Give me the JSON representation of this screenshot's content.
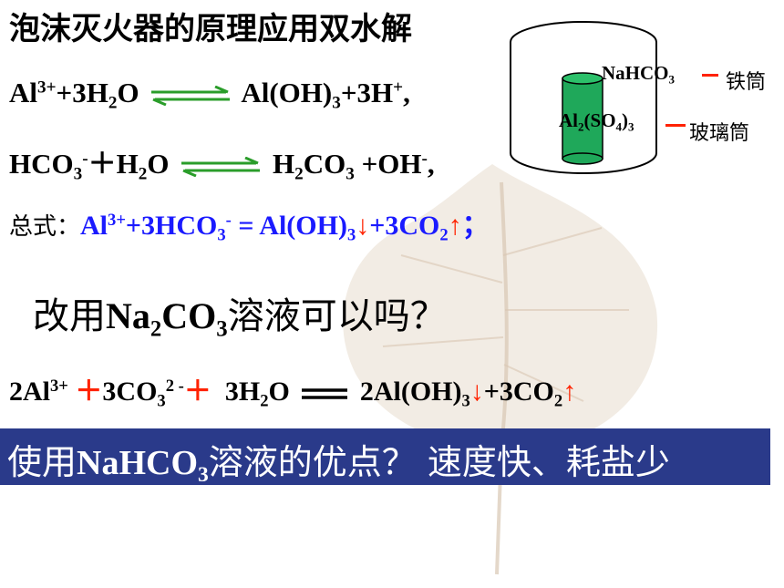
{
  "title": "泡沫灭火器的原理应用双水解",
  "reaction1": {
    "left_a": "Al",
    "left_a_sup": "3+",
    "left_b": "+3H",
    "left_b_sub": "2",
    "left_c": "O",
    "right_a": "Al(OH)",
    "right_a_sub": "3",
    "right_b": "+3H",
    "right_b_sup": "+",
    "right_c": ","
  },
  "reaction2": {
    "left_a": "HCO",
    "left_a_sub": "3",
    "left_a_sup": "-",
    "left_b": "＋H",
    "left_b_sub": "2",
    "left_c": "O",
    "right_a": "H",
    "right_a_sub": "2",
    "right_b": "CO",
    "right_b_sub": "3",
    "right_c": " +OH",
    "right_c_sup": "-",
    "right_d": ","
  },
  "overall": {
    "label": "总式：",
    "a": "Al",
    "a_sup": "3+",
    "b": "+3HCO",
    "b_sub": "3",
    "b_sup": "-",
    "c": " = Al(OH)",
    "c_sub": "3",
    "down": "↓",
    "d": "+3CO",
    "d_sub": "2",
    "up": "↑",
    "e": "；"
  },
  "question": {
    "a": "改用",
    "b": "Na",
    "b_sub": "2",
    "c": "CO",
    "c_sub": "3",
    "d": "溶液可以吗？"
  },
  "equation2": {
    "a": "2Al",
    "a_sup": "3+",
    "plus1": "＋",
    "b": "3CO",
    "b_sub": "3",
    "b_sup": "2 -",
    "plus2": "＋",
    "c": "3H",
    "c_sub": "2",
    "d": "O",
    "e": "2Al(OH)",
    "e_sub": "3",
    "down": "↓",
    "f": "+3CO",
    "f_sub": "2",
    "up": "↑"
  },
  "banner": {
    "a": "使用",
    "b": "NaHCO",
    "b_sub": "3",
    "c": "溶液的优点？ 速度快、耗盐少"
  },
  "diagram": {
    "inner_label": "NaHCO",
    "inner_label_sub": "3",
    "outer_label": "铁筒",
    "inner_content": "Al",
    "inner_content_sub1": "2",
    "inner_content_mid": "(SO",
    "inner_content_sub2": "4",
    "inner_content_end": ")",
    "inner_content_sub3": "3",
    "glass_label": "玻璃筒"
  },
  "colors": {
    "arrow": "#2a9d2a",
    "highlight": "#1a1aff",
    "gas_arrow": "#ff2200",
    "banner_bg": "#2a3a8a",
    "inner_tube": "#1fa85a"
  }
}
